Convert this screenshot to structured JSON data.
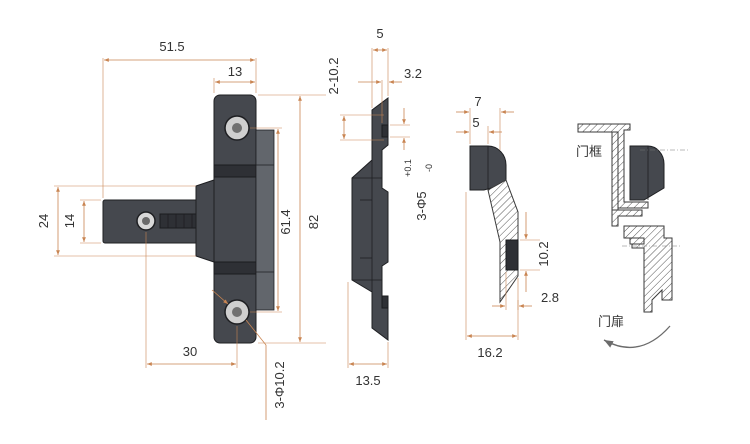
{
  "front_view": {
    "width_total": "51.5",
    "flange_width": "13",
    "height_total": "82",
    "hole_spacing": "61.4",
    "shaft_height": "24",
    "shaft_inner": "14",
    "shaft_offset": "30",
    "hole_callout": "3-Φ10.2"
  },
  "side_view": {
    "top_width": "5",
    "slot_callout": "2-10.2",
    "tab_thickness": "3.2",
    "depth": "13.5",
    "pin_callout": "3-Φ5",
    "tolerance_upper": "+0.1",
    "tolerance_lower": "-0"
  },
  "section_view": {
    "head_width": "7",
    "head_inner": "5",
    "slot_height": "10.2",
    "offset": "2.8",
    "overall": "16.2"
  },
  "install_view": {
    "frame_label": "门框",
    "door_label": "门扉"
  },
  "colors": {
    "dimension_line": "#c98552",
    "part_body": "#45484e",
    "text": "#333333"
  }
}
